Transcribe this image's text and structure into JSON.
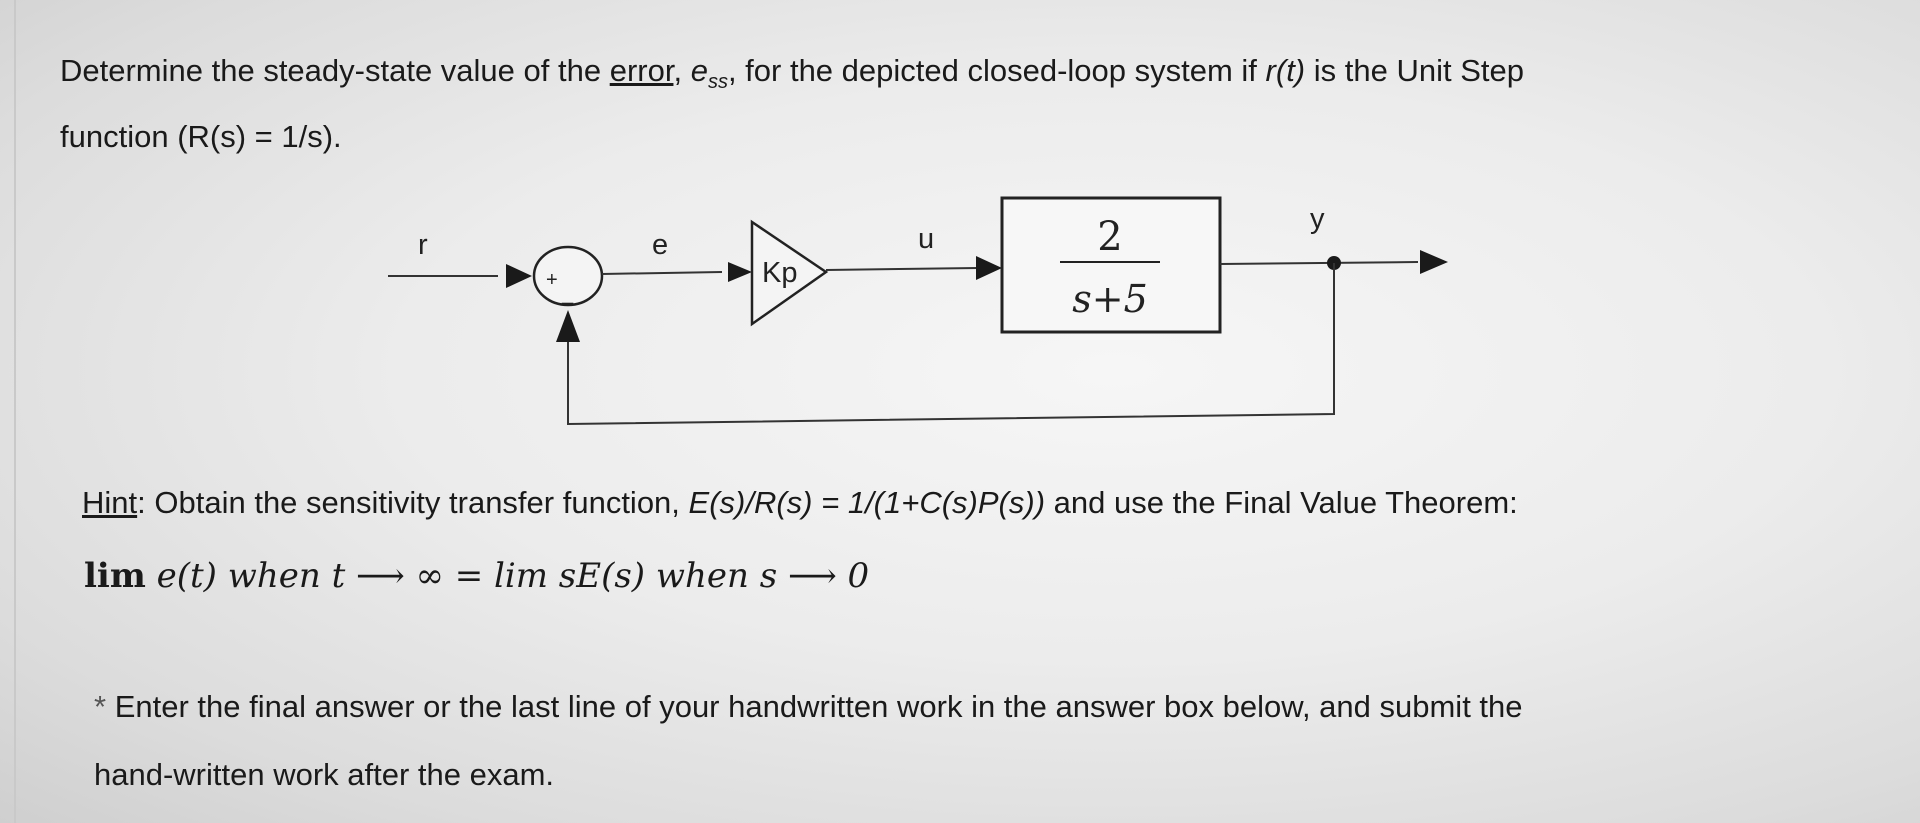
{
  "question": {
    "line1_pre": "Determine the steady-state value of the ",
    "error_word": "error",
    "comma": ", ",
    "e_base": "e",
    "e_sub": "ss",
    "line1_mid": ", for the depicted closed-loop system if ",
    "rt": "r(t)",
    "line1_post": " is the Unit Step",
    "line2": "function (R(s) = 1/s)."
  },
  "diagram": {
    "signal_r": "r",
    "signal_e": "e",
    "signal_u": "u",
    "signal_y": "y",
    "sum_plus": "+",
    "sum_minus": "_",
    "gain_label": "Kp",
    "plant_numerator": "2",
    "plant_denominator": "s+5"
  },
  "hint": {
    "label": "Hint",
    "colon": ":",
    "pre": " Obtain the sensitivity transfer function, ",
    "formula": "E(s)/R(s) = 1/(1+C(s)P(s))",
    "post": " and use the Final Value Theorem:"
  },
  "theorem": {
    "lim1": "lim",
    "part1": " e(t) when t ⟶ ∞ = lim sE(s) when s ⟶ 0"
  },
  "instruction": {
    "star": "*",
    "line1": " Enter the final answer or the last line of your handwritten work in the answer box below, and submit the",
    "line2": "hand-written work after the exam."
  }
}
